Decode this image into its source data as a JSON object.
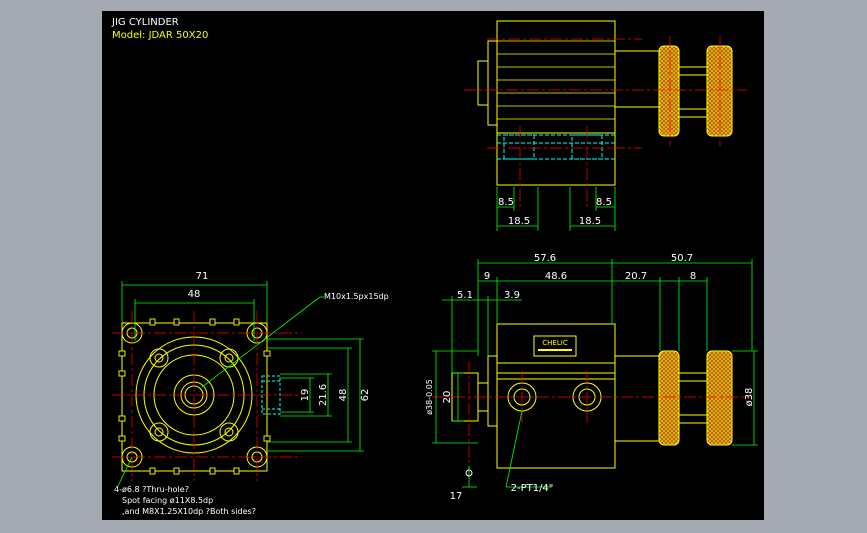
{
  "title": {
    "line1": "JIG CYLINDER",
    "line2": "Model: JDAR 50X20"
  },
  "colors": {
    "background": "#000000",
    "frame": "#a5a9b2",
    "outline": "#ffff00",
    "dimension": "#00ff00",
    "centerline": "#ff0000",
    "hidden": "#00ffff",
    "text": "#ffffff",
    "knob": "#b8e000"
  },
  "top_view": {
    "dims": {
      "d1": "8.5",
      "d2": "8.5",
      "d3": "18.5",
      "d4": "18.5"
    }
  },
  "front_view": {
    "dims": {
      "width": "71",
      "pitch_h": "48",
      "pitch_v": "48",
      "height": "62",
      "port_h": "19",
      "port_h2": "21.6"
    },
    "notes": {
      "thread": "M10x1.5px15dp",
      "hole1": "4-ø6.8 ?Thru-hole?",
      "hole2": "Spot facing  ø11X8.5dp",
      "hole3": ",and M8X1.25X10dp ?Both sides?"
    }
  },
  "side_view": {
    "dims": {
      "total_body": "57.6",
      "stroke_total": "50.7",
      "d9": "9",
      "body": "48.6",
      "d20_7": "20.7",
      "d8": "8",
      "d5_1": "5.1",
      "d3_9": "3.9",
      "h20": "20",
      "rod_dia": "ø38-0.05",
      "knob_dia": "ø38",
      "d17": "17"
    },
    "port_note": "2-PT1/4\"",
    "brand": "CHELIC"
  }
}
